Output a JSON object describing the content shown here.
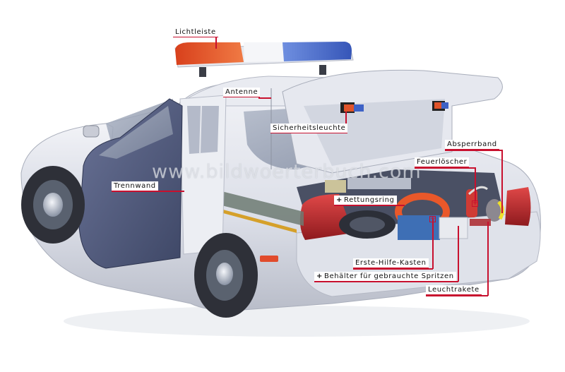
{
  "watermark": "www.bildwoerterbuch.com",
  "colors": {
    "leader_line": "#c8102e",
    "body": "#dfe2ea",
    "stripe_green": "#6b7a70",
    "stripe_gold": "#d5a02a",
    "lightbar_red": "#e8521f",
    "lightbar_blue": "#3a62c8",
    "door_interior": "#4f5a7e",
    "tail_light": "#c0262c"
  },
  "labels": [
    {
      "id": "lichtleiste",
      "text": "Lichtleiste",
      "plus": false
    },
    {
      "id": "antenne",
      "text": "Antenne",
      "plus": false
    },
    {
      "id": "sicherheitsleuchte",
      "text": "Sicherheitsleuchte",
      "plus": false
    },
    {
      "id": "absperrband",
      "text": "Absperrband",
      "plus": false
    },
    {
      "id": "feuerloescher",
      "text": "Feuerlöscher",
      "plus": false
    },
    {
      "id": "trennwand",
      "text": "Trennwand",
      "plus": false
    },
    {
      "id": "rettungsring",
      "text": "Rettungsring",
      "plus": true
    },
    {
      "id": "erste-hilfe-kasten",
      "text": "Erste-Hilfe-Kasten",
      "plus": false
    },
    {
      "id": "behaelter",
      "text": "Behälter für gebrauchte Spritzen",
      "plus": true
    },
    {
      "id": "leuchtrakete",
      "text": "Leuchtrakete",
      "plus": false
    }
  ],
  "plus_symbol": "+"
}
